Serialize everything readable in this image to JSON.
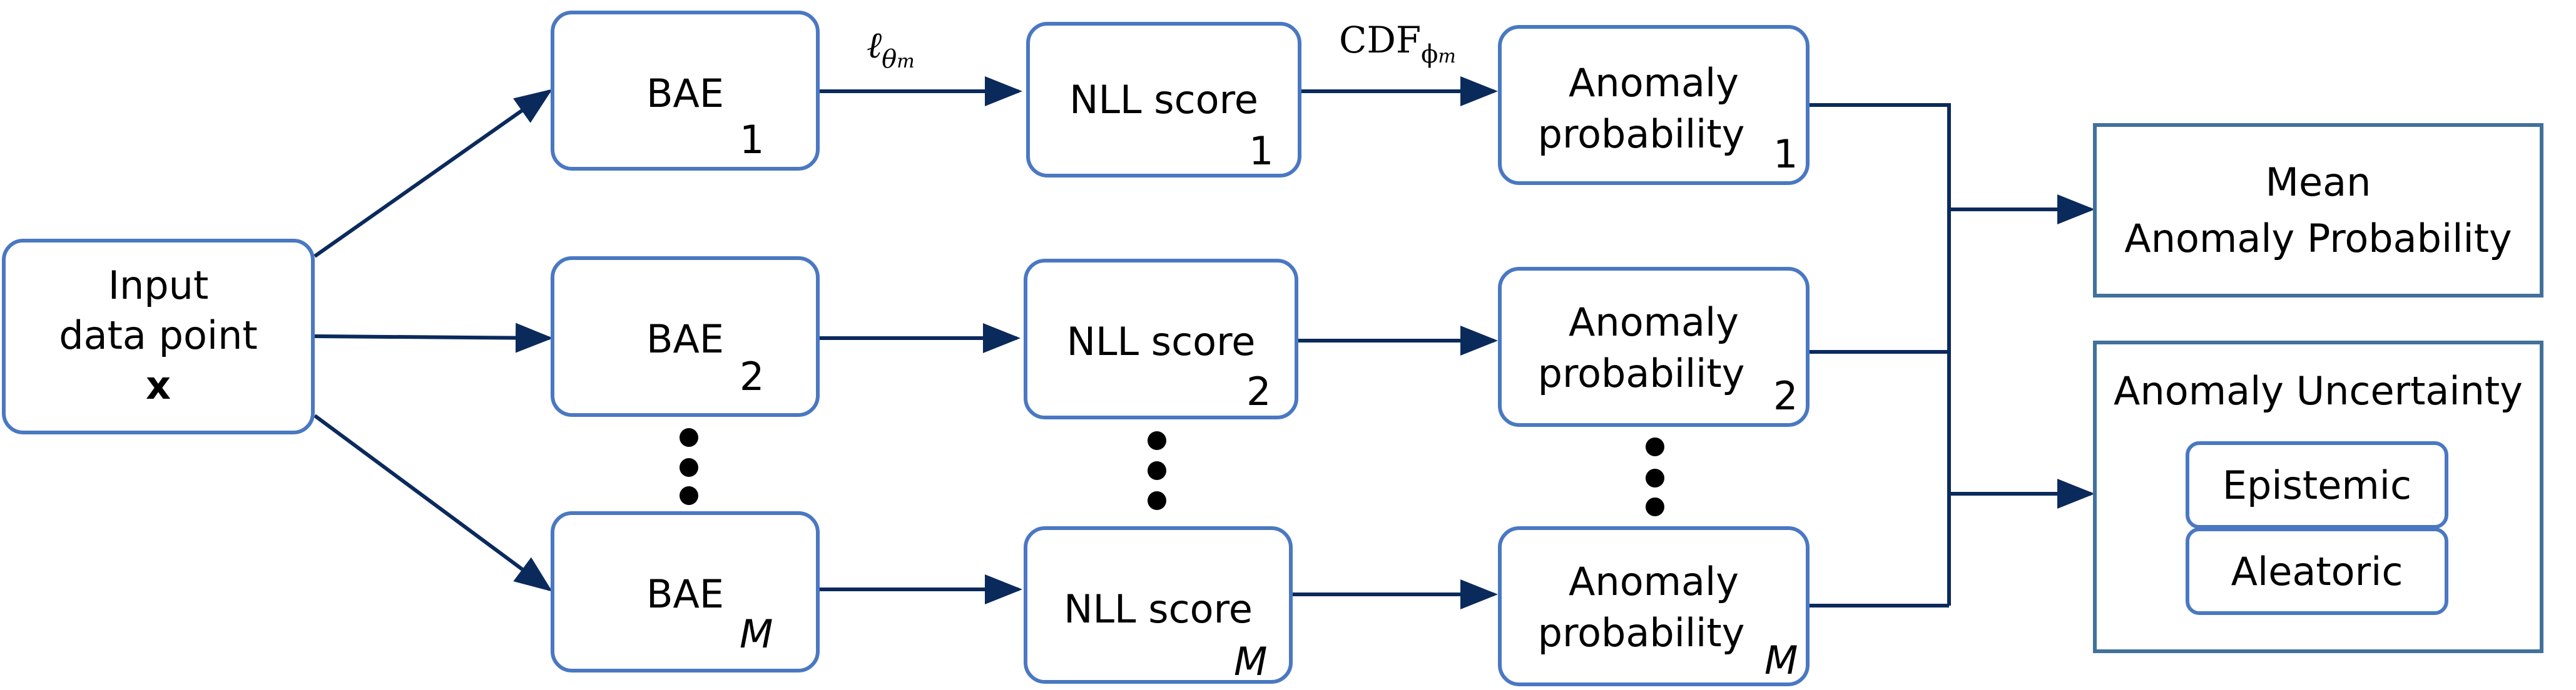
{
  "input": {
    "line1": "Input",
    "line2": "data point",
    "var": "x"
  },
  "bae": {
    "label": "BAE",
    "sub1": "1",
    "sub2": "2",
    "subM": "M"
  },
  "nll": {
    "label": "NLL score",
    "sub1": "1",
    "sub2": "2",
    "subM": "M"
  },
  "prob": {
    "line1": "Anomaly",
    "line2": "probability",
    "sub1": "1",
    "sub2": "2",
    "subM": "M"
  },
  "edge1": {
    "ell": "ℓ",
    "theta": "θ",
    "m": "m"
  },
  "edge2": {
    "cdf": "CDF",
    "phi": "ϕ",
    "m": "m"
  },
  "mean": {
    "line1": "Mean",
    "line2": "Anomaly Probability"
  },
  "uncertainty": {
    "title": "Anomaly Uncertainty",
    "epistemic": "Epistemic",
    "aleatoric": "Aleatoric"
  },
  "colors": {
    "box_border": "#4a78c2",
    "outer_border": "#41719c",
    "arrow": "#0b2a5c"
  }
}
